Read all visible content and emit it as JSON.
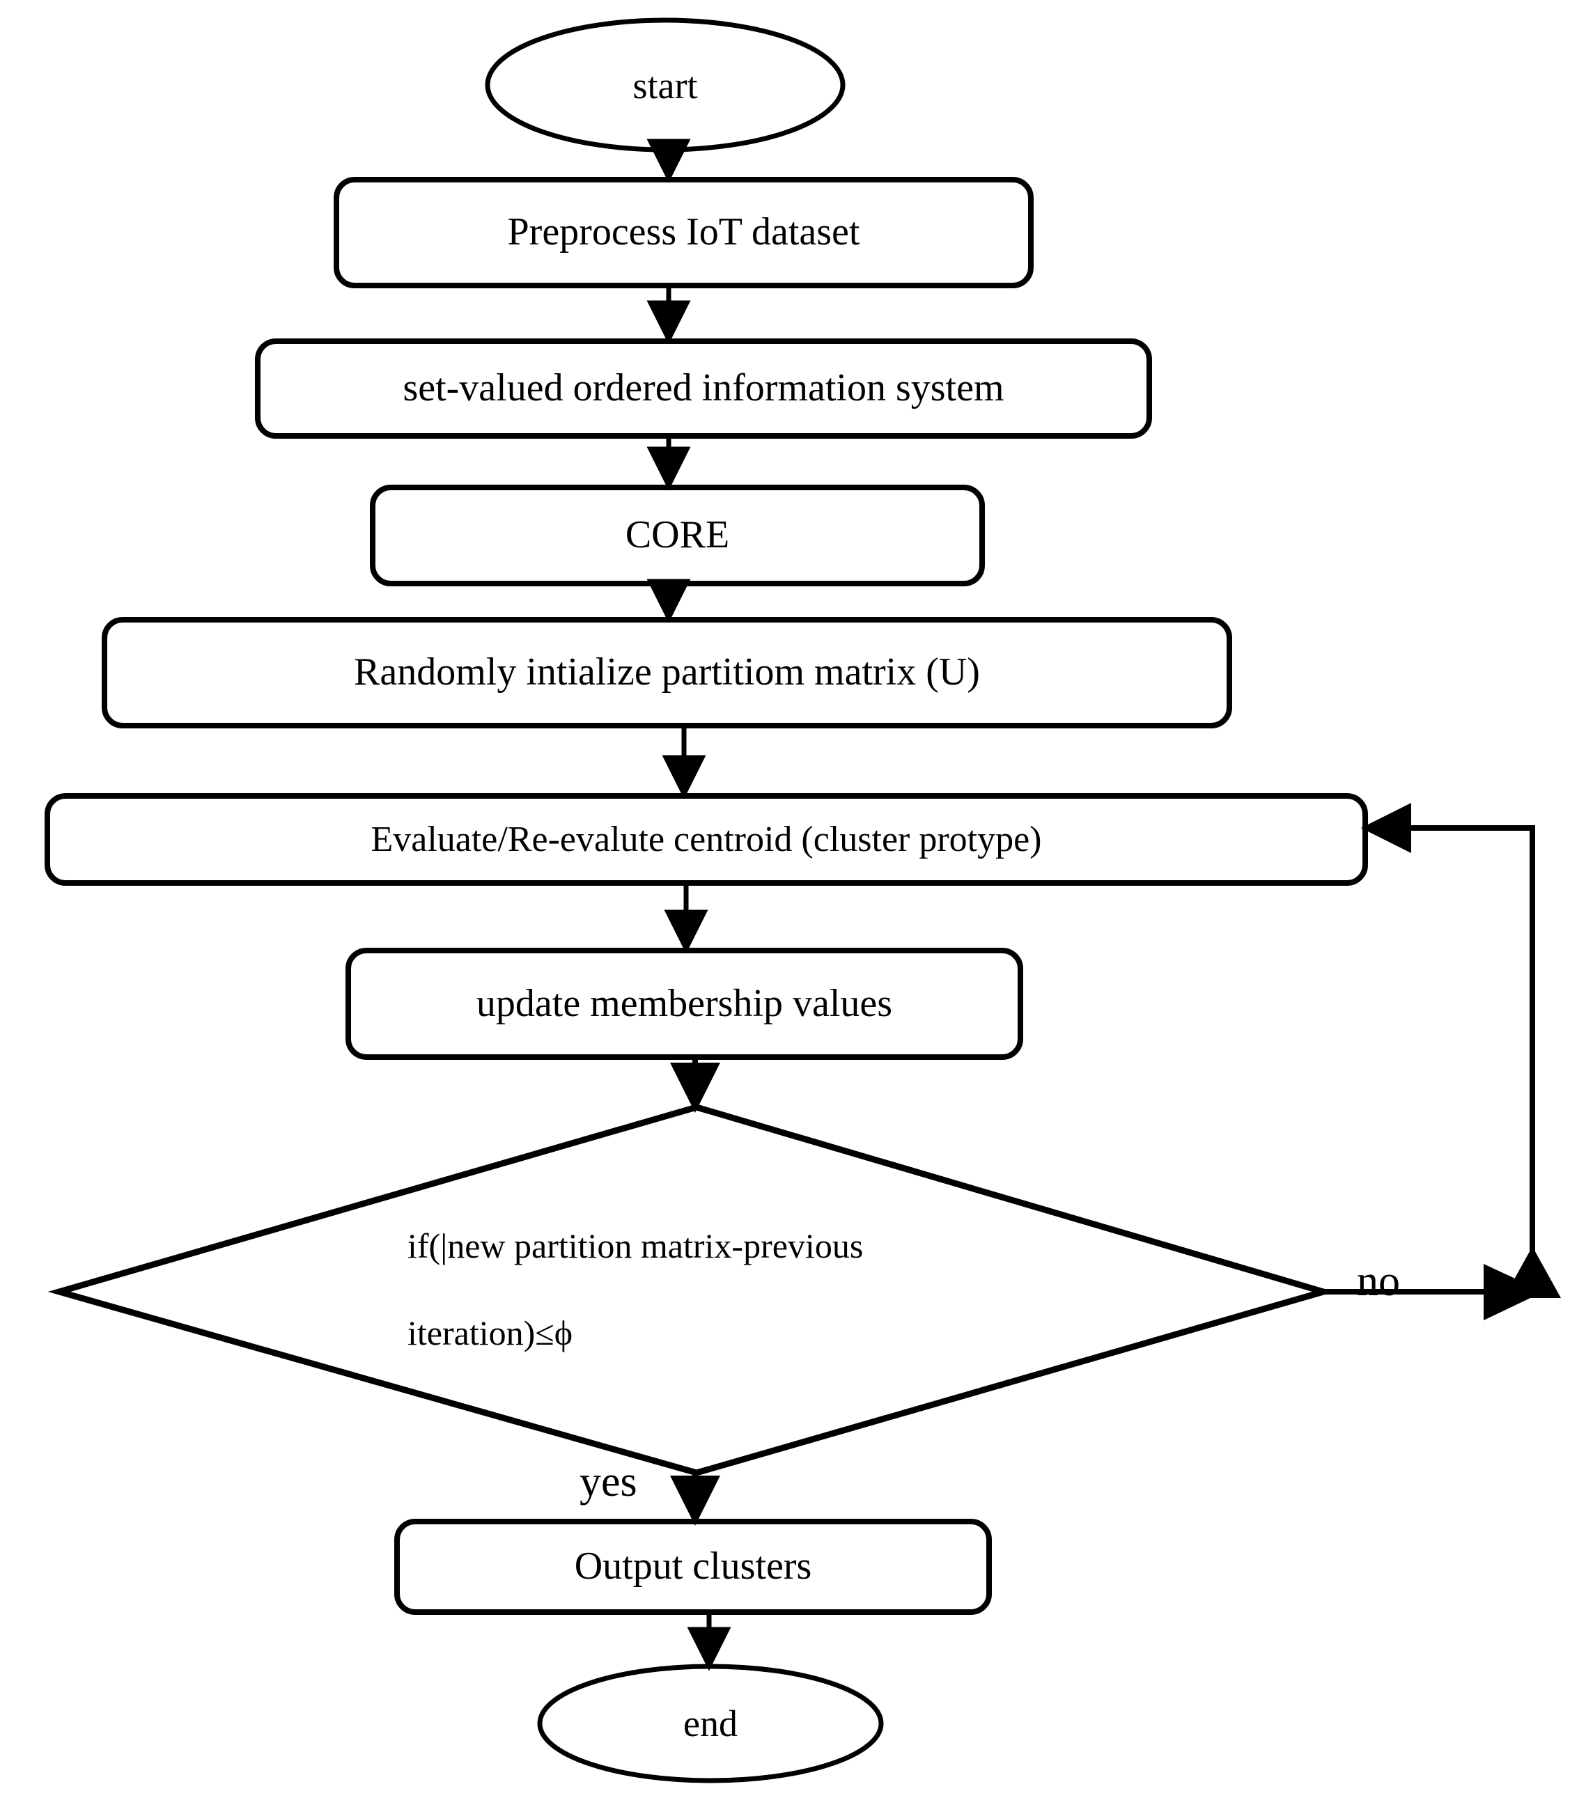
{
  "diagram": {
    "type": "flowchart",
    "title": "Fuzzy clustering flowchart for IoT dataset",
    "orientation": "top-to-bottom",
    "stroke_color": "#000000",
    "fill_color": "#ffffff",
    "background_color": "#ffffff"
  },
  "nodes": [
    {
      "id": "start",
      "shape": "ellipse",
      "label": "start"
    },
    {
      "id": "preprocess",
      "shape": "rounded-rectangle",
      "label": "Preprocess IoT dataset"
    },
    {
      "id": "svois",
      "shape": "rounded-rectangle",
      "label": "set-valued ordered information system"
    },
    {
      "id": "core",
      "shape": "rounded-rectangle",
      "label": "CORE"
    },
    {
      "id": "init_u",
      "shape": "rounded-rectangle",
      "label": "Randomly intialize partitiom matrix (U)"
    },
    {
      "id": "centroid",
      "shape": "rounded-rectangle",
      "label": "Evaluate/Re-evalute centroid (cluster protype)"
    },
    {
      "id": "membership",
      "shape": "rounded-rectangle",
      "label": "update membership values"
    },
    {
      "id": "condition",
      "shape": "diamond",
      "label_line1": "if(|new  partition  matrix-previous",
      "label_line2": "iteration)≤ϕ"
    },
    {
      "id": "output",
      "shape": "rounded-rectangle",
      "label": "Output clusters"
    },
    {
      "id": "end",
      "shape": "ellipse",
      "label": "end"
    }
  ],
  "edges": [
    {
      "from": "start",
      "to": "preprocess",
      "label": ""
    },
    {
      "from": "preprocess",
      "to": "svois",
      "label": ""
    },
    {
      "from": "svois",
      "to": "core",
      "label": ""
    },
    {
      "from": "core",
      "to": "init_u",
      "label": ""
    },
    {
      "from": "init_u",
      "to": "centroid",
      "label": ""
    },
    {
      "from": "centroid",
      "to": "membership",
      "label": ""
    },
    {
      "from": "membership",
      "to": "condition",
      "label": ""
    },
    {
      "from": "condition",
      "to": "centroid",
      "label": "no"
    },
    {
      "from": "condition",
      "to": "output",
      "label": "yes"
    },
    {
      "from": "output",
      "to": "end",
      "label": ""
    }
  ],
  "edge_labels": {
    "no": "no",
    "yes": "yes"
  }
}
